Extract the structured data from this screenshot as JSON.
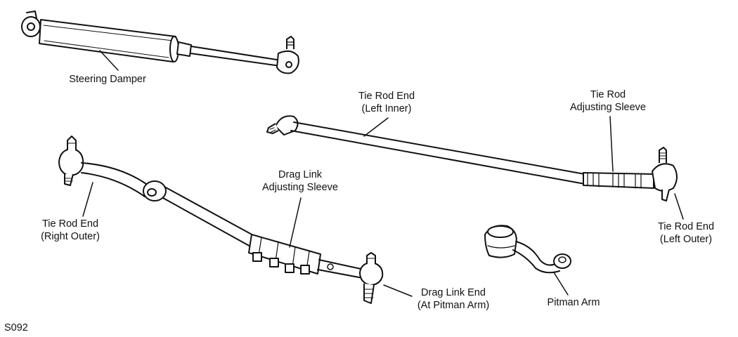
{
  "figure_code": "S092",
  "labels": {
    "steering_damper": "Steering Damper",
    "tie_rod_end_left_inner": [
      "Tie Rod End",
      "(Left Inner)"
    ],
    "tie_rod_adjusting_sleeve": [
      "Tie Rod",
      "Adjusting Sleeve"
    ],
    "drag_link_adjusting_sleeve": [
      "Drag Link",
      "Adjusting Sleeve"
    ],
    "tie_rod_end_right_outer": [
      "Tie Rod End",
      "(Right Outer)"
    ],
    "tie_rod_end_left_outer": [
      "Tie Rod End",
      "(Left Outer)"
    ],
    "drag_link_end": [
      "Drag Link End",
      "(At Pitman Arm)"
    ],
    "pitman_arm": "Pitman Arm"
  }
}
